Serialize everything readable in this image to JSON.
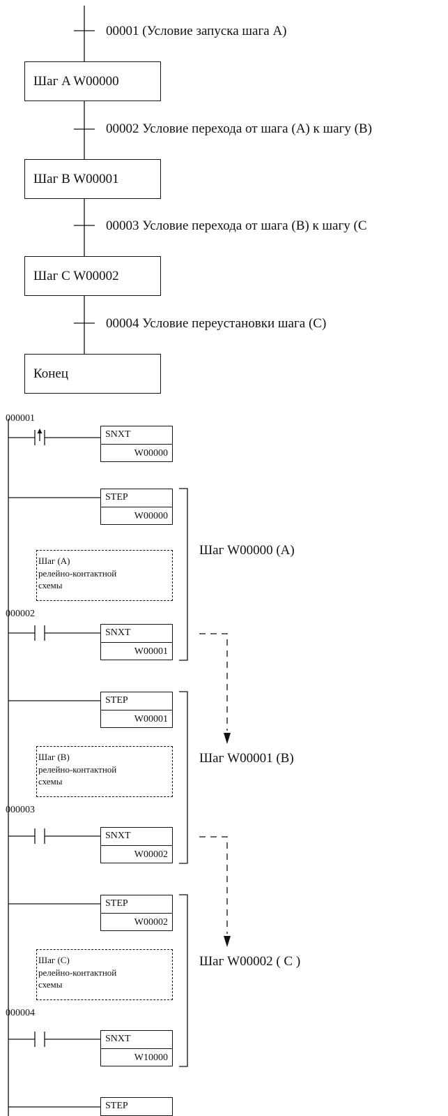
{
  "flowchart": {
    "conditions": [
      {
        "number": "00001",
        "text": "(Условие запуска шага A)"
      },
      {
        "number": "00002",
        "text": "Условие перехода от шага (A) к шагу (B)"
      },
      {
        "number": "00003",
        "text": "Условие перехода от шага (B) к шагу (C"
      },
      {
        "number": "00004",
        "text": "Условие переустановки шага (C)"
      }
    ],
    "steps": [
      {
        "label": "Шаг A W00000"
      },
      {
        "label": "Шаг B W00001"
      },
      {
        "label": "Шаг C W00002"
      },
      {
        "label": "Конец"
      }
    ]
  },
  "ladder": {
    "start": {
      "contact": "000001",
      "instruction": "SNXT",
      "operand": "W00000"
    },
    "blocks": [
      {
        "step_instruction": "STEP",
        "step_operand": "W00000",
        "section_line1": "Шаг (A)",
        "section_line2": "релейно-контактной",
        "section_line3": "схемы",
        "contact": "000002",
        "next_instruction": "SNXT",
        "next_operand": "W00001",
        "bracket_label": "Шаг W00000 (A)"
      },
      {
        "step_instruction": "STEP",
        "step_operand": "W00001",
        "section_line1": "Шаг (B)",
        "section_line2": "релейно-контактной",
        "section_line3": "схемы",
        "contact": "000003",
        "next_instruction": "SNXT",
        "next_operand": "W00002",
        "bracket_label": "Шаг W00001 (B)"
      },
      {
        "step_instruction": "STEP",
        "step_operand": "W00002",
        "section_line1": "Шаг (C)",
        "section_line2": "релейно-контактной",
        "section_line3": "схемы",
        "contact": "000004",
        "next_instruction": "SNXT",
        "next_operand": "W10000",
        "bracket_label": "Шаг W00002 ( C )"
      }
    ],
    "end_instruction": "STEP"
  }
}
